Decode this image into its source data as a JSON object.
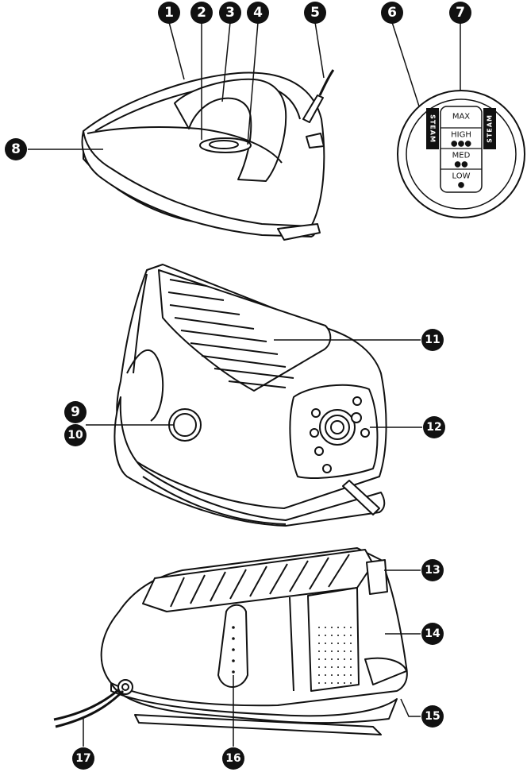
{
  "callouts": [
    "1",
    "2",
    "3",
    "4",
    "5",
    "6",
    "7",
    "8",
    "9",
    "10",
    "11",
    "12",
    "13",
    "14",
    "15",
    "16",
    "17"
  ],
  "dial": {
    "settings": [
      "MAX",
      "HIGH",
      "MED",
      "LOW"
    ],
    "dots": [
      "",
      "●●●",
      "●●",
      "●"
    ],
    "side_label": "STEAM"
  },
  "colors": {
    "line": "#111111",
    "callout_fill": "#111111",
    "paper": "#ffffff"
  }
}
